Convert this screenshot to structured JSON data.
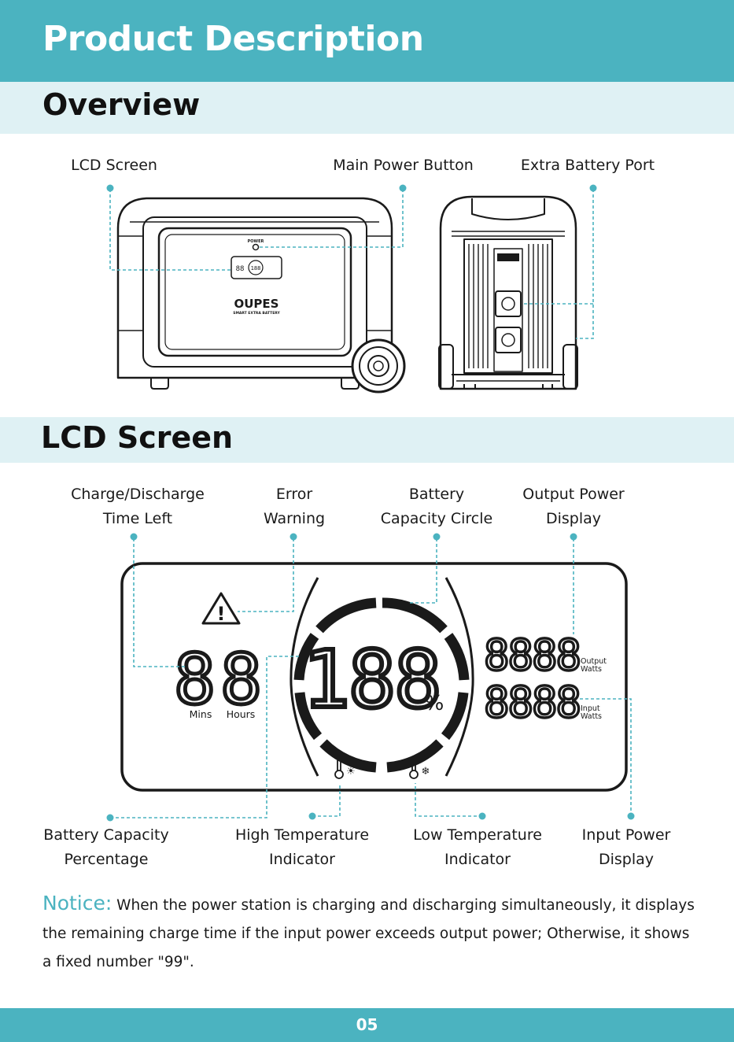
{
  "header": {
    "title": "Product Description"
  },
  "overview": {
    "title": "Overview",
    "callouts": {
      "lcd_screen": "LCD Screen",
      "main_power_button": "Main Power Button",
      "extra_battery_port": "Extra Battery Port"
    },
    "device_front": {
      "power_label": "POWER",
      "brand": "OUPES",
      "subtitle": "SMART EXTRA BATTERY",
      "mini_lcd_digits": "88",
      "mini_lcd_center": "188"
    }
  },
  "lcd_section": {
    "title": "LCD Screen",
    "callouts": {
      "time_left_line1": "Charge/Discharge",
      "time_left_line2": "Time Left",
      "error_line1": "Error",
      "error_line2": "Warning",
      "capacity_circle_line1": "Battery",
      "capacity_circle_line2": "Capacity Circle",
      "output_line1": "Output Power",
      "output_line2": "Display",
      "percentage_line1": "Battery Capacity",
      "percentage_line2": "Percentage",
      "high_temp_line1": "High Temperature",
      "high_temp_line2": "Indicator",
      "low_temp_line1": "Low Temperature",
      "low_temp_line2": "Indicator",
      "input_line1": "Input Power",
      "input_line2": "Display"
    },
    "display": {
      "time_digits": "88",
      "mins_label": "Mins",
      "hours_label": "Hours",
      "percent_digits": "188",
      "percent_sign": "%",
      "output_digits": "8888",
      "output_label_1": "Output",
      "output_label_2": "Watts",
      "input_digits": "8888",
      "input_label_1": "Input",
      "input_label_2": "Watts",
      "error_symbol": "!",
      "high_temp_symbol": "☀",
      "low_temp_symbol": "❄"
    }
  },
  "notice": {
    "heading": "Notice:",
    "text": " When the power station is charging and discharging simultaneously, it displays the remaining charge time if the input power exceeds output power; Otherwise, it shows a fixed number \"99\"."
  },
  "footer": {
    "page_number": "05"
  },
  "colors": {
    "accent": "#4bb3c0",
    "section_bg": "#dff1f4",
    "text": "#1a1a1a"
  },
  "icons": [
    "warning-triangle-icon",
    "thermometer-sun-icon",
    "thermometer-snowflake-icon",
    "power-button-icon"
  ]
}
